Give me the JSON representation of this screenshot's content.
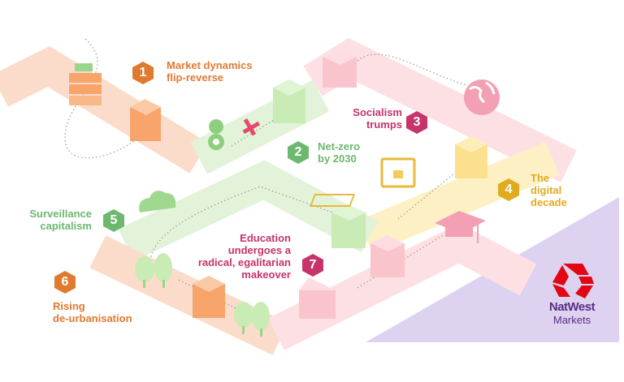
{
  "colors": {
    "orange": "#e07a2f",
    "green": "#6cb86f",
    "magenta": "#c7336b",
    "yellow": "#e0ab1e",
    "purple": "#d8ccef",
    "brand_red": "#e30613",
    "brand_purple": "#5a2d82"
  },
  "themes": [
    {
      "number": "1",
      "title": "Market dynamics flip-reverse",
      "lines": [
        "Market dynamics",
        "flip-reverse"
      ]
    },
    {
      "number": "2",
      "title": "Net-zero by 2030",
      "lines": [
        "Net-zero",
        "by 2030"
      ]
    },
    {
      "number": "3",
      "title": "Socialism trumps",
      "lines": [
        "Socialism",
        "trumps"
      ]
    },
    {
      "number": "4",
      "title": "The digital decade",
      "lines": [
        "The",
        "digital",
        "decade"
      ]
    },
    {
      "number": "5",
      "title": "Surveillance capitalism",
      "lines": [
        "Surveillance",
        "capitalism"
      ]
    },
    {
      "number": "6",
      "title": "Rising de-urbanisation",
      "lines": [
        "Rising",
        "de-urbanisation"
      ]
    },
    {
      "number": "7",
      "title": "Education undergoes a radical, egalitarian makeover",
      "lines": [
        "Education",
        "undergoes a",
        "radical, egalitarian",
        "makeover"
      ]
    }
  ],
  "brand": {
    "name": "NatWest",
    "sub": "Markets"
  }
}
